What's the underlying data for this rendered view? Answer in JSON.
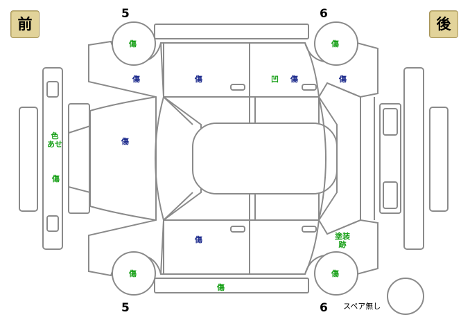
{
  "labels": {
    "front": "前",
    "rear": "後",
    "top_left_num": "5",
    "top_right_num": "6",
    "bottom_left_num": "5",
    "bottom_right_num": "6",
    "spare": "スペア無し"
  },
  "marks": {
    "tire_top_left": "傷",
    "tire_top_right": "傷",
    "tire_bottom_left": "傷",
    "tire_bottom_right": "傷",
    "top_front_fender": "傷",
    "top_front_door": "傷",
    "top_rear_door_dent": "凹",
    "top_rear_door": "傷",
    "top_rear_fender": "傷",
    "bumper_color_fade": "色\nあせ",
    "bumper_scratch": "傷",
    "hood": "傷",
    "bottom_front_door": "傷",
    "bottom_rear_fender_repaint": "塗装\n跡",
    "bottom_side_step": "傷"
  },
  "colors": {
    "scratch_blue": "#1c2a8c",
    "repair_green": "#18a018",
    "badge_fill": "#e2d39a",
    "outline": "#8a8a8a"
  }
}
